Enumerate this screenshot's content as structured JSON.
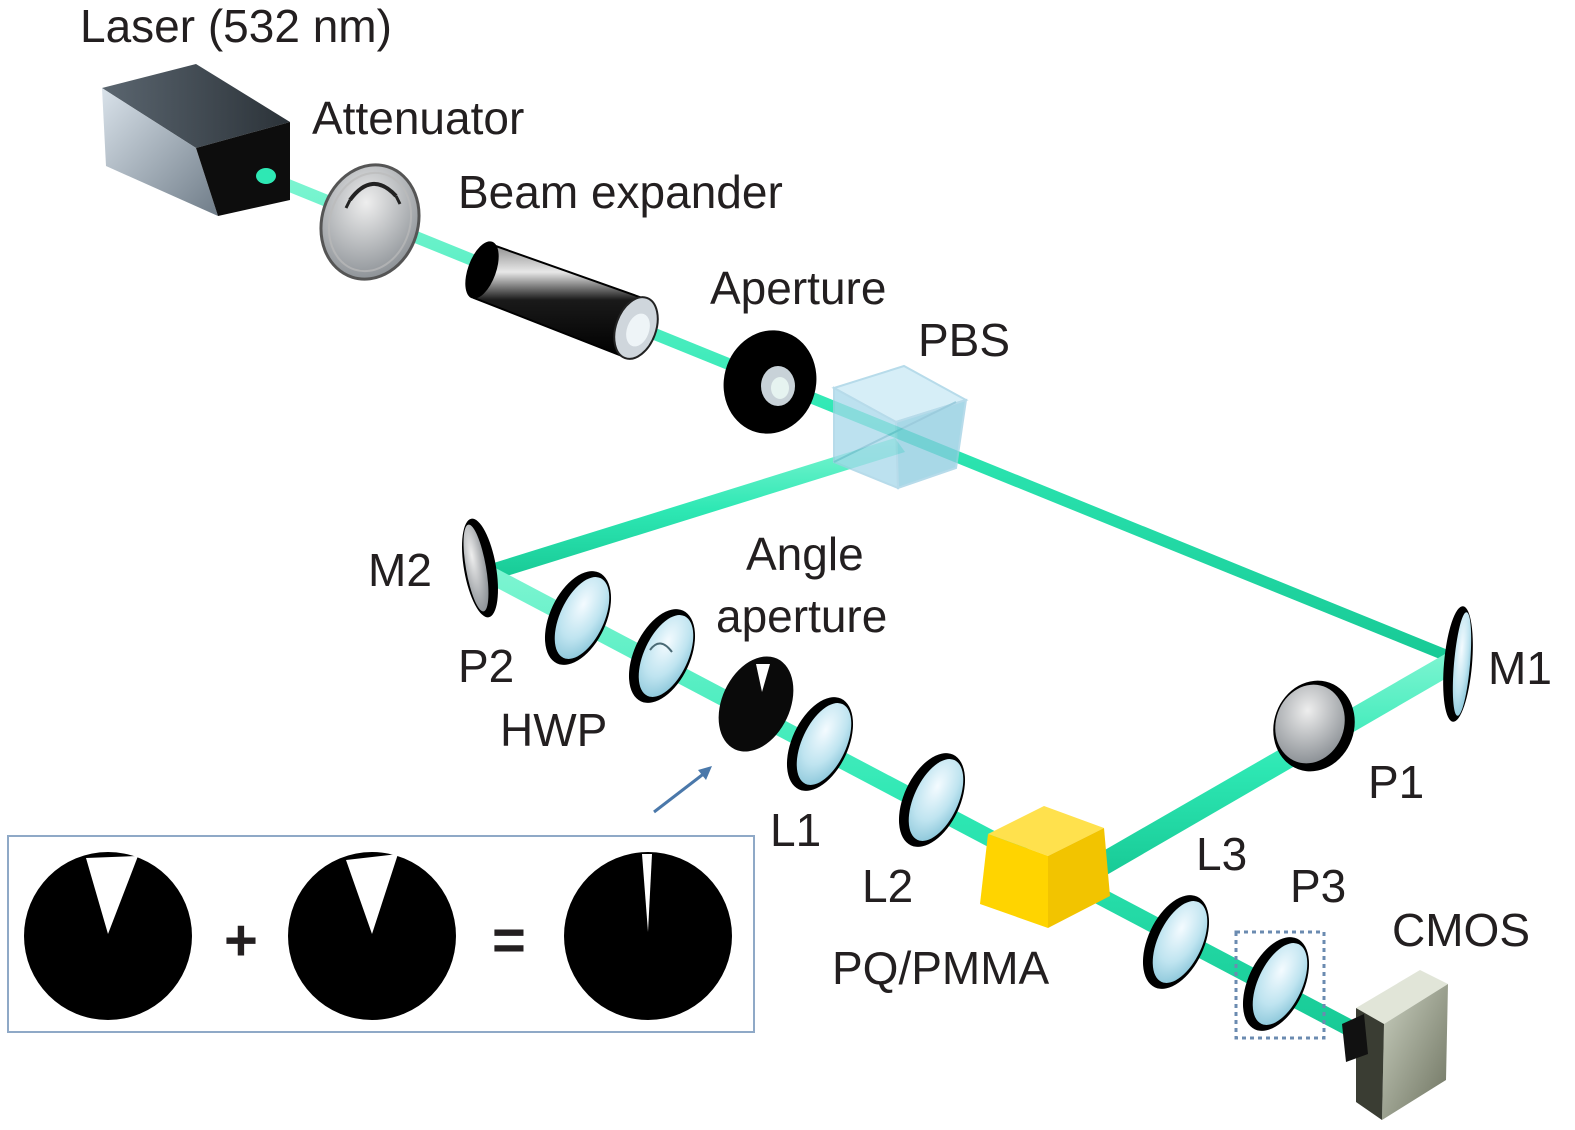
{
  "labels": {
    "laser": "Laser (532 nm)",
    "attenuator": "Attenuator",
    "beam_expander": "Beam expander",
    "aperture": "Aperture",
    "pbs": "PBS",
    "m2": "M2",
    "angle_aperture_line1": "Angle",
    "angle_aperture_line2": "aperture",
    "p2": "P2",
    "hwp": "HWP",
    "l1": "L1",
    "l2": "L2",
    "pq_pmma": "PQ/PMMA",
    "l3": "L3",
    "p3": "P3",
    "cmos": "CMOS",
    "m1": "M1",
    "p1": "P1"
  },
  "inset": {
    "plus": "+",
    "equals": "="
  },
  "colors": {
    "beam": "#2ee8b4",
    "sample": "#ffd400",
    "pbs_cube": "#9fd6ea",
    "text": "#231f20",
    "inset_border": "#8fa9c7",
    "arrow": "#4a78aa"
  }
}
